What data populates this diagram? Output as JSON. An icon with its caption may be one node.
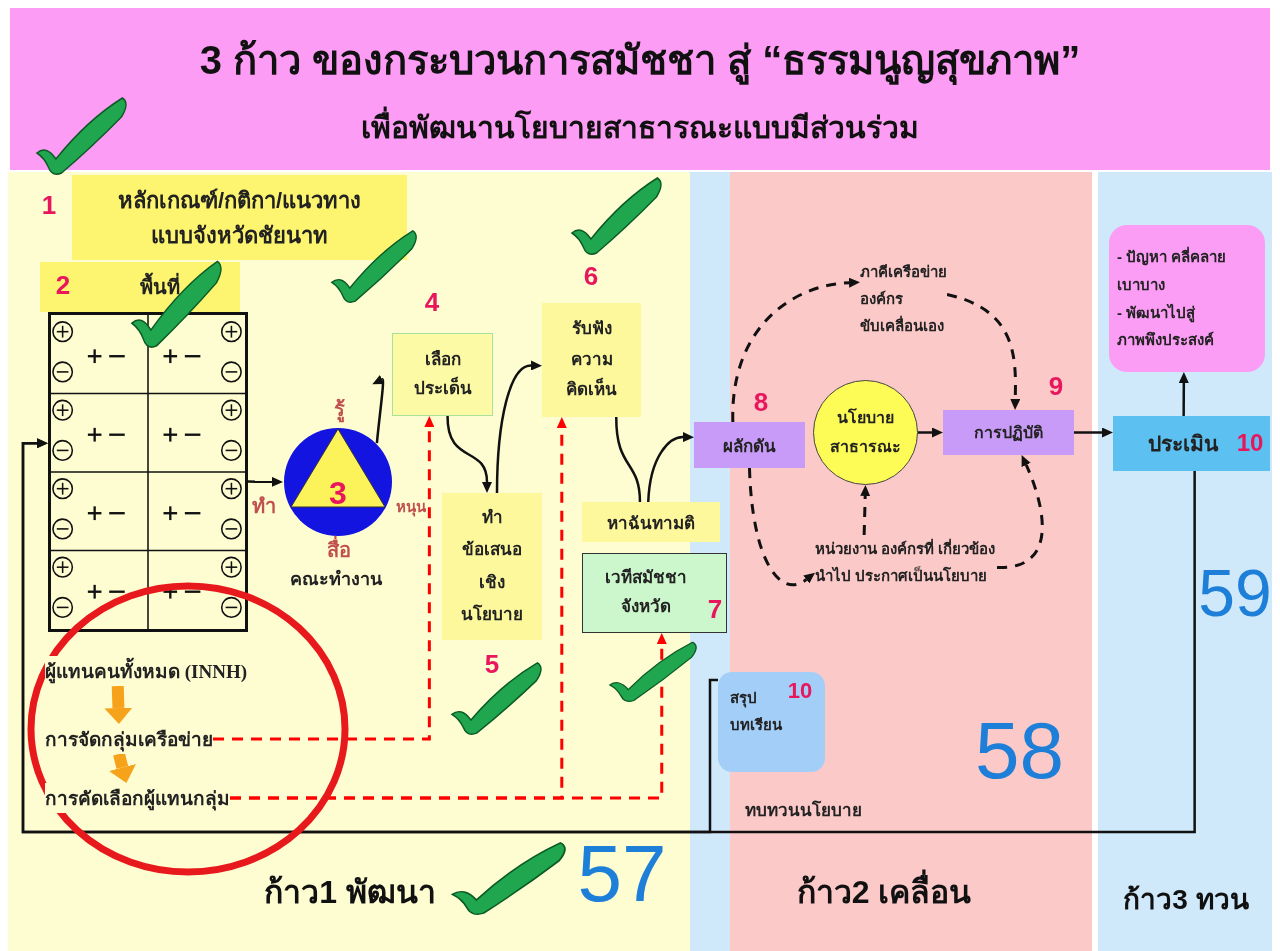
{
  "diagram": {
    "title": "3 ก้าว ของกระบวนการสมัชชา สู่ “ธรรมนูญสุขภาพ”",
    "nodes": [
      {
        "text": [
          "ก้าว1 พัฒนา",
          "57"
        ]
      },
      {
        "text": [
          "58",
          "ก้าว2 เคลื่อน"
        ]
      },
      {
        "text": [
          "59",
          "ก้าว3 ทวน"
        ]
      },
      {
        "text": [
          "หลักเกณฑ์/กติกา/แนวทาง แบบจังหวัดชัยนาท"
        ],
        "beside": [
          "1"
        ],
        "in": 0
      },
      {
        "text": [
          "2",
          "พื้นที่"
        ],
        "in": 0
      },
      {
        "text": [],
        "shape": "box",
        "in": 0
      },
      {
        "text": [
          "3"
        ],
        "beside": [
          "รู้",
          "ทำ",
          "หนุน",
          "สื่อ",
          "คณะทำงาน"
        ],
        "in": 0
      },
      {
        "text": [
          "เลือก ประเด็น"
        ],
        "beside": [
          "4"
        ],
        "in": 0
      },
      {
        "text": [
          "ทำ ข้อเสนอ เชิง นโยบาย"
        ],
        "beside": [
          "5"
        ],
        "in": 0
      },
      {
        "text": [
          "รับฟัง ความ คิดเห็น"
        ],
        "beside": [
          "6"
        ],
        "in": 0
      },
      {
        "text": [
          "หาฉันทามติ"
        ]
      },
      {
        "text": [
          "เวทีสมัชชา จังหวัด",
          "7"
        ]
      },
      {
        "text": [
          "ผู้แทนคนทั้งหมด (INNH)"
        ],
        "in": 0
      },
      {
        "text": [
          "การจัดกลุ่มเครือข่าย"
        ],
        "in": 0
      },
      {
        "text": [
          "การคัดเลือกผู้แทนกลุ่ม"
        ],
        "in": 0
      },
      {
        "text": [
          "ผลักดัน"
        ],
        "beside": [
          "8"
        ]
      },
      {
        "text": [
          "นโยบาย สาธารณะ"
        ],
        "in": 1
      },
      {
        "text": [
          "ภาคีเครือข่าย องค์กร ขับเคลื่อนเอง"
        ],
        "in": 1
      },
      {
        "text": [
          "การปฏิบัติ"
        ],
        "beside": [
          "9"
        ],
        "in": 1
      },
      {
        "text": [
          "หน่วยงาน องค์กรที่ เกี่ยวข้อง นำไป ประกาศเป็นนโยบาย"
        ],
        "in": 1
      },
      {
        "text": [
          "ประเมิน",
          "10"
        ],
        "in": 2
      },
      {
        "text": [
          "- ปัญหา คลี่คลาย เบาบาง",
          "- พัฒนาไปสู่ ภาพพึงประสงค์"
        ],
        "in": 2
      },
      {
        "text": [
          "สรุป บทเรียน",
          "10"
        ]
      }
    ],
    "edges": [
      {
        "from": 5,
        "to": 6,
        "arrow": "to"
      },
      {
        "from": 6,
        "to": 7,
        "arrow": "to"
      },
      {
        "from": 7,
        "to": 8,
        "arrow": "to"
      },
      {
        "from": 8,
        "to": 9,
        "arrow": "to"
      },
      {
        "from": 9,
        "to": 10,
        "arrow": "none"
      },
      {
        "from": 10,
        "to": 15,
        "arrow": "to"
      },
      {
        "from": 13,
        "to": 7,
        "arrow": "to",
        "style": "dashed",
        "color": "#ff0000"
      },
      {
        "from": 14,
        "to": 9,
        "arrow": "to",
        "style": "dashed",
        "color": "#ff0000"
      },
      {
        "from": 14,
        "to": 11,
        "arrow": "to",
        "style": "dashed",
        "color": "#ff0000"
      },
      {
        "from": 12,
        "to": 13,
        "arrow": "to",
        "style": "thick",
        "color": "#f7a21b"
      },
      {
        "from": 13,
        "to": 14,
        "arrow": "to",
        "style": "thick",
        "color": "#f7a21b"
      },
      {
        "from": 15,
        "to": 17,
        "arrow": "to",
        "style": "dashed"
      },
      {
        "from": 17,
        "to": 18,
        "arrow": "to",
        "style": "dashed"
      },
      {
        "from": 15,
        "to": 19,
        "arrow": "to",
        "style": "dashed"
      },
      {
        "from": 19,
        "to": 16,
        "arrow": "to",
        "style": "dashed"
      },
      {
        "from": 19,
        "to": 18,
        "arrow": "to",
        "style": "dashed"
      },
      {
        "from": 16,
        "to": 18,
        "arrow": "to"
      },
      {
        "from": 18,
        "to": 20,
        "arrow": "to"
      },
      {
        "from": 20,
        "to": 21,
        "arrow": "to"
      },
      {
        "from": 20,
        "to": 5,
        "arrow": "to",
        "label": "ทบทวนนโยบาย"
      },
      {
        "from": 22,
        "to": 5,
        "arrow": "to"
      }
    ],
    "labels": [
      "เพื่อพัฒนานโยบายสาธารณะแบบมีส่วนร่วม"
    ]
  }
}
